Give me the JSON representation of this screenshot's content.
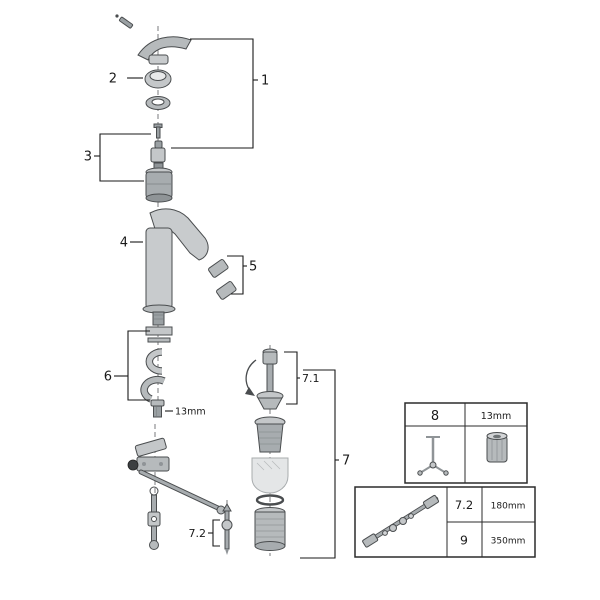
{
  "page": {
    "background": "#ffffff"
  },
  "diagram": {
    "kind": "exploded-parts-diagram",
    "subject": "single-lever basin mixer faucet with pop-up waste set",
    "colors": {
      "callout_line": "#1a1a1a",
      "part_fill_light": "#cdd0d2",
      "part_fill_mid": "#b3b7b9",
      "part_fill_dark": "#93989b",
      "part_stroke": "#4a4d4f",
      "ghost_stroke": "#a8acae"
    },
    "callouts": {
      "c1": "1",
      "c2": "2",
      "c3": "3",
      "c4": "4",
      "c5": "5",
      "c6": "6",
      "c7": "7",
      "c7_1": "7.1",
      "c7_2": "7.2"
    },
    "annotations": {
      "wrench_size": "13mm"
    },
    "tool_box": {
      "part_label": "8",
      "size_label": "13mm"
    },
    "hose_table": {
      "rows": [
        {
          "part": "7.2",
          "length": "180mm"
        },
        {
          "part": "9",
          "length": "350mm"
        }
      ]
    }
  }
}
